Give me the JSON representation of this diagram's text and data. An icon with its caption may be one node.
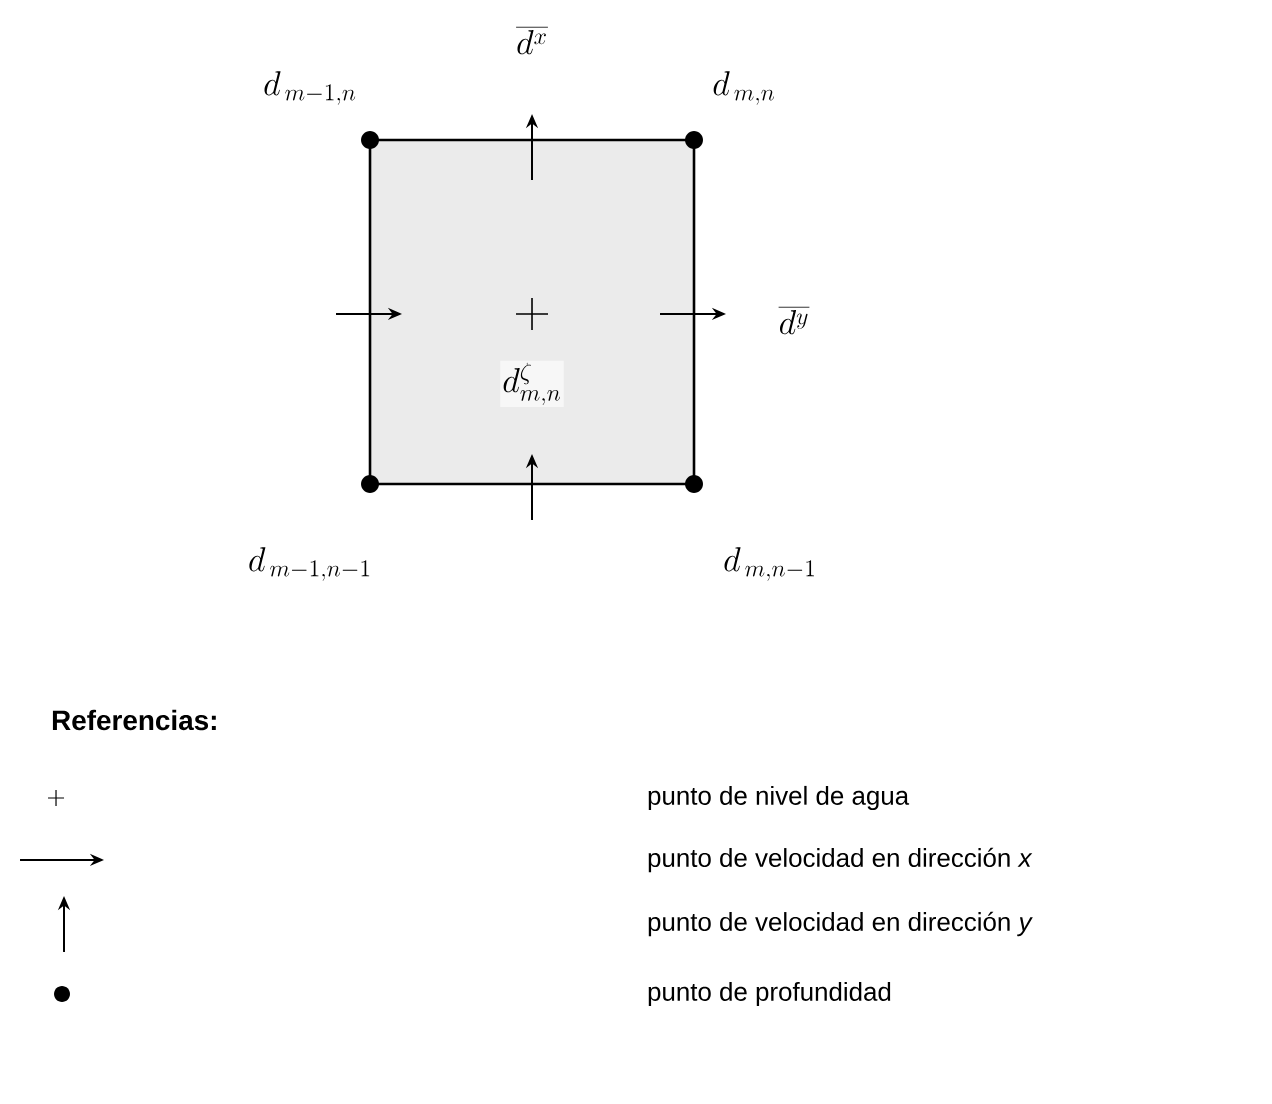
{
  "diagram": {
    "labels": [
      "d_{\\,m-1,n}",
      "\\overline{d^{x}}",
      "d_{\\,m,n}",
      "\\overline{d^{y}}",
      "d^{\\zeta}_{m,n}",
      "d_{\\,m-1,n-1}",
      "d_{\\,m,n-1}",
      "Referencias:"
    ],
    "legend": [
      {
        "text": "punto de nivel  de agua"
      },
      {
        "text": "punto de velocidad  en dirección *x*"
      },
      {
        "text": "punto de velocidad  en dirección *y*"
      },
      {
        "text": "punto de profundidad"
      }
    ]
  }
}
